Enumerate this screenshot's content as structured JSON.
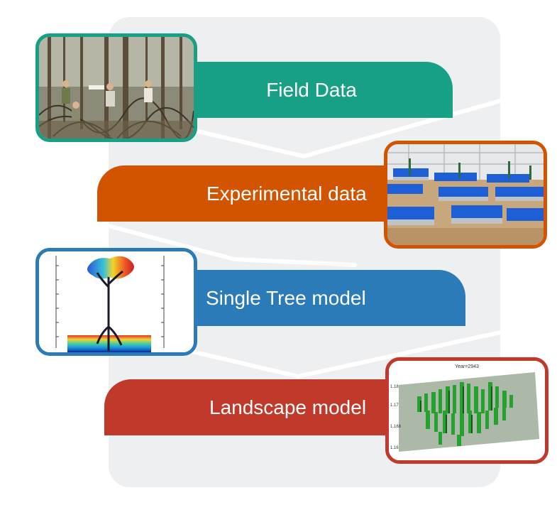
{
  "steps": [
    {
      "label": "Field Data",
      "color": "#17a085",
      "image": "mangrove-field-photo"
    },
    {
      "label": "Experimental data",
      "color": "#d35400",
      "image": "greenhouse-tanks-photo"
    },
    {
      "label": "Single Tree model",
      "color": "#2b7bb9",
      "image": "tree-simulation-render"
    },
    {
      "label": "Landscape model",
      "color": "#c0392b",
      "image": "landscape-3d-render"
    }
  ],
  "landscape_render": {
    "title": "Year=2943",
    "y_ticks": [
      "1.18",
      "1.17",
      "1.168",
      "1.16"
    ]
  },
  "colors": {
    "backdrop": "#eeeff0",
    "connector": "#ffffff"
  }
}
